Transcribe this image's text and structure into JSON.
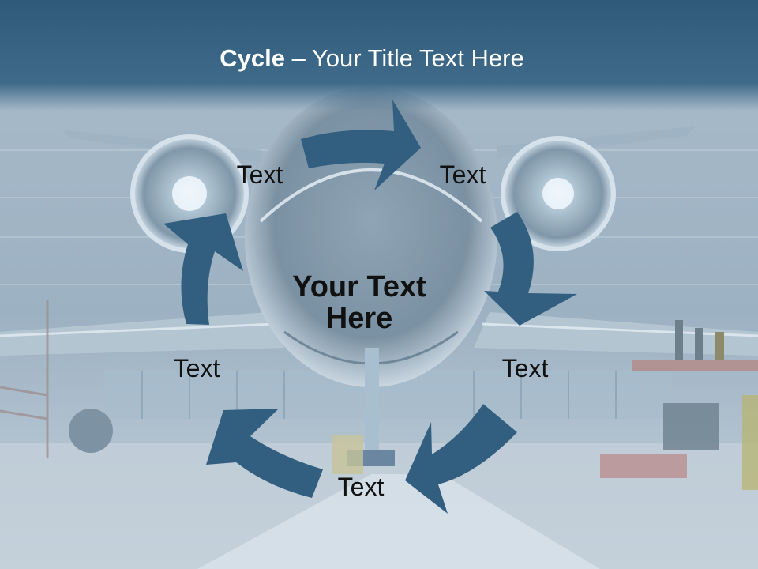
{
  "slide": {
    "title_bold": "Cycle",
    "title_rest": " – Your Title Text Here",
    "center_line1": "Your Text",
    "center_line2": "Here",
    "nodes": [
      "Text",
      "Text",
      "Text",
      "Text",
      "Text"
    ]
  },
  "colors": {
    "header_band": "#3f6a89",
    "arrow": "#325f80",
    "background": "#8fa7b8",
    "text": "#111111",
    "title_text": "#ffffff"
  },
  "icons": [
    "airplane-background-image",
    "cycle-arrow"
  ]
}
